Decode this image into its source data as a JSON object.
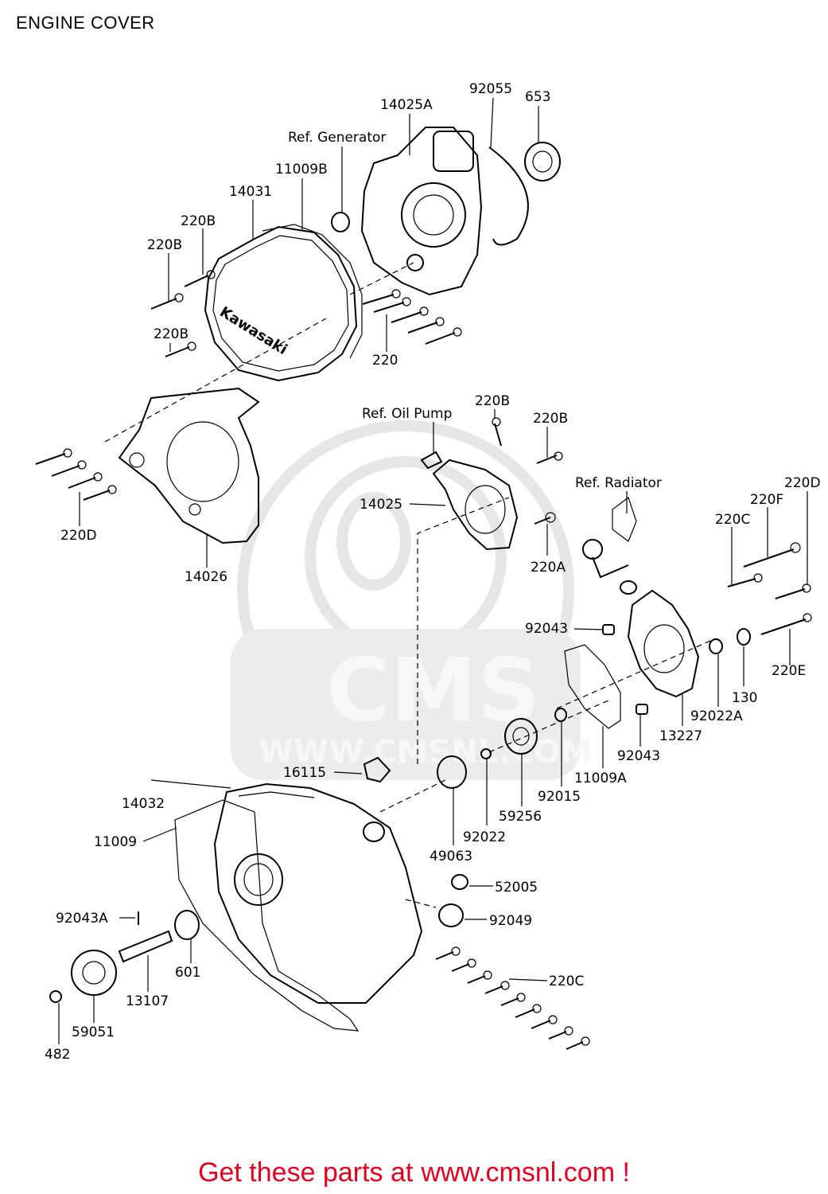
{
  "title": "ENGINE COVER",
  "footer": {
    "prefix": "Get these parts at",
    "url": "www.cmsnl.com !"
  },
  "watermark": {
    "brand": "CMS",
    "site": "WWW.CMSNL.COM"
  },
  "cover_logo": "Kawasaki",
  "labels": {
    "l92055": "92055",
    "l653": "653",
    "l14025A": "14025A",
    "lRefGenerator": "Ref.  Generator",
    "l11009B": "11009B",
    "l14031": "14031",
    "l220B_1": "220B",
    "l220B_2": "220B",
    "l220B_3": "220B",
    "l220": "220",
    "lRefOilPump": "Ref.  Oil  Pump",
    "l220B_4": "220B",
    "l220B_5": "220B",
    "l14025": "14025",
    "l220A": "220A",
    "l220D_1": "220D",
    "l14026": "14026",
    "lRefRadiator": "Ref.  Radiator",
    "l220D_2": "220D",
    "l220F": "220F",
    "l220C_1": "220C",
    "l92043_1": "92043",
    "l220E": "220E",
    "l130": "130",
    "l92022A": "92022A",
    "l13227": "13227",
    "l92043_2": "92043",
    "l11009A": "11009A",
    "l92015": "92015",
    "l59256": "59256",
    "l16115": "16115",
    "l14032": "14032",
    "l11009": "11009",
    "l92022": "92022",
    "l49063": "49063",
    "l52005": "52005",
    "l92049": "92049",
    "l92043A": "92043A",
    "l220C_2": "220C",
    "l601": "601",
    "l13107": "13107",
    "l59051": "59051",
    "l482": "482"
  }
}
